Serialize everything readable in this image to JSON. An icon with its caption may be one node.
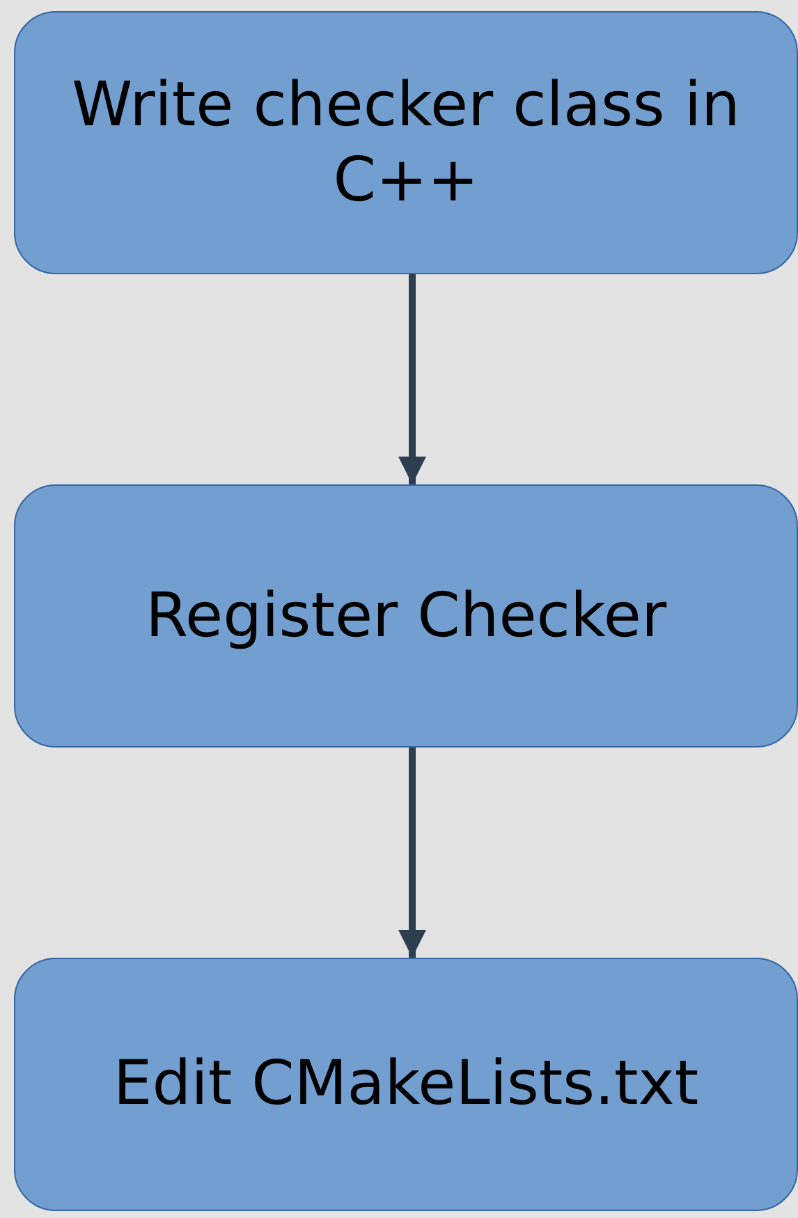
{
  "diagram": {
    "nodes": [
      {
        "text": [
          "Write checker class in C++"
        ]
      },
      {
        "text": [
          "Register Checker"
        ]
      },
      {
        "text": [
          "Edit CMakeLists.txt"
        ]
      }
    ],
    "edges": [
      {
        "from": 0,
        "to": 1,
        "arrow": "to"
      },
      {
        "from": 1,
        "to": 2,
        "arrow": "to"
      }
    ]
  }
}
